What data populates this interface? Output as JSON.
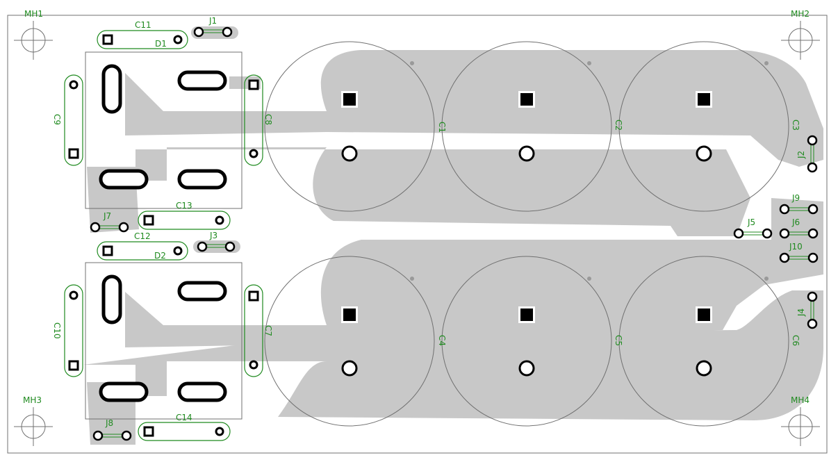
{
  "colors": {
    "background": "#ffffff",
    "copper": "#c8c8c8",
    "silkscreen": "#1f8a1f",
    "outline": "#707070",
    "pad": "#000000"
  },
  "mounting_holes": {
    "mh1": "MH1",
    "mh2": "MH2",
    "mh3": "MH3",
    "mh4": "MH4"
  },
  "capacitors": {
    "c1": "C1",
    "c2": "C2",
    "c3": "C3",
    "c4": "C4",
    "c5": "C5",
    "c6": "C6",
    "c7": "C7",
    "c8": "C8",
    "c9": "C9",
    "c10": "C10",
    "c11": "C11",
    "c12": "C12",
    "c13": "C13",
    "c14": "C14"
  },
  "diodes": {
    "d1": "D1",
    "d2": "D2"
  },
  "jumpers": {
    "j1": "J1",
    "j2": "J2",
    "j3": "J3",
    "j4": "J4",
    "j5": "J5",
    "j6": "J6",
    "j7": "J7",
    "j8": "J8",
    "j9": "J9",
    "j10": "J10"
  }
}
